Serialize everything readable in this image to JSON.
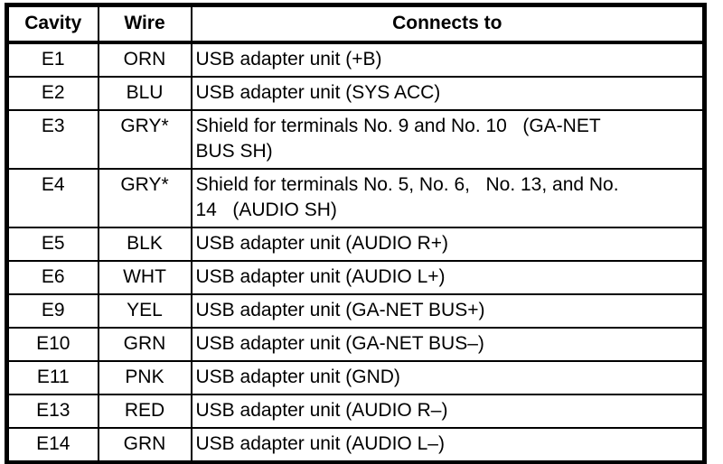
{
  "table": {
    "columns": [
      {
        "key": "cavity",
        "label": "Cavity"
      },
      {
        "key": "wire",
        "label": "Wire"
      },
      {
        "key": "connects_to",
        "label": "Connects to"
      }
    ],
    "rows": [
      {
        "cavity": "E1",
        "wire": "ORN",
        "connects_to": "USB adapter unit (+B)"
      },
      {
        "cavity": "E2",
        "wire": "BLU",
        "connects_to": "USB adapter unit (SYS ACC)"
      },
      {
        "cavity": "E3",
        "wire": "GRY*",
        "connects_to": "Shield for terminals No. 9 and No. 10   (GA-NET\nBUS SH)"
      },
      {
        "cavity": "E4",
        "wire": "GRY*",
        "connects_to": "Shield for terminals No. 5, No. 6,   No. 13, and No.\n14   (AUDIO SH)"
      },
      {
        "cavity": "E5",
        "wire": "BLK",
        "connects_to": "USB adapter unit (AUDIO R+)"
      },
      {
        "cavity": "E6",
        "wire": "WHT",
        "connects_to": "USB adapter unit (AUDIO L+)"
      },
      {
        "cavity": "E9",
        "wire": "YEL",
        "connects_to": "USB adapter unit (GA-NET BUS+)"
      },
      {
        "cavity": "E10",
        "wire": "GRN",
        "connects_to": "USB adapter unit (GA-NET BUS–)"
      },
      {
        "cavity": "E11",
        "wire": "PNK",
        "connects_to": "USB adapter unit (GND)"
      },
      {
        "cavity": "E13",
        "wire": "RED",
        "connects_to": "USB adapter unit (AUDIO R–)"
      },
      {
        "cavity": "E14",
        "wire": "GRN",
        "connects_to": "USB adapter unit (AUDIO L–)"
      }
    ],
    "colors": {
      "border": "#000000",
      "background": "#ffffff",
      "text": "#000000"
    }
  }
}
